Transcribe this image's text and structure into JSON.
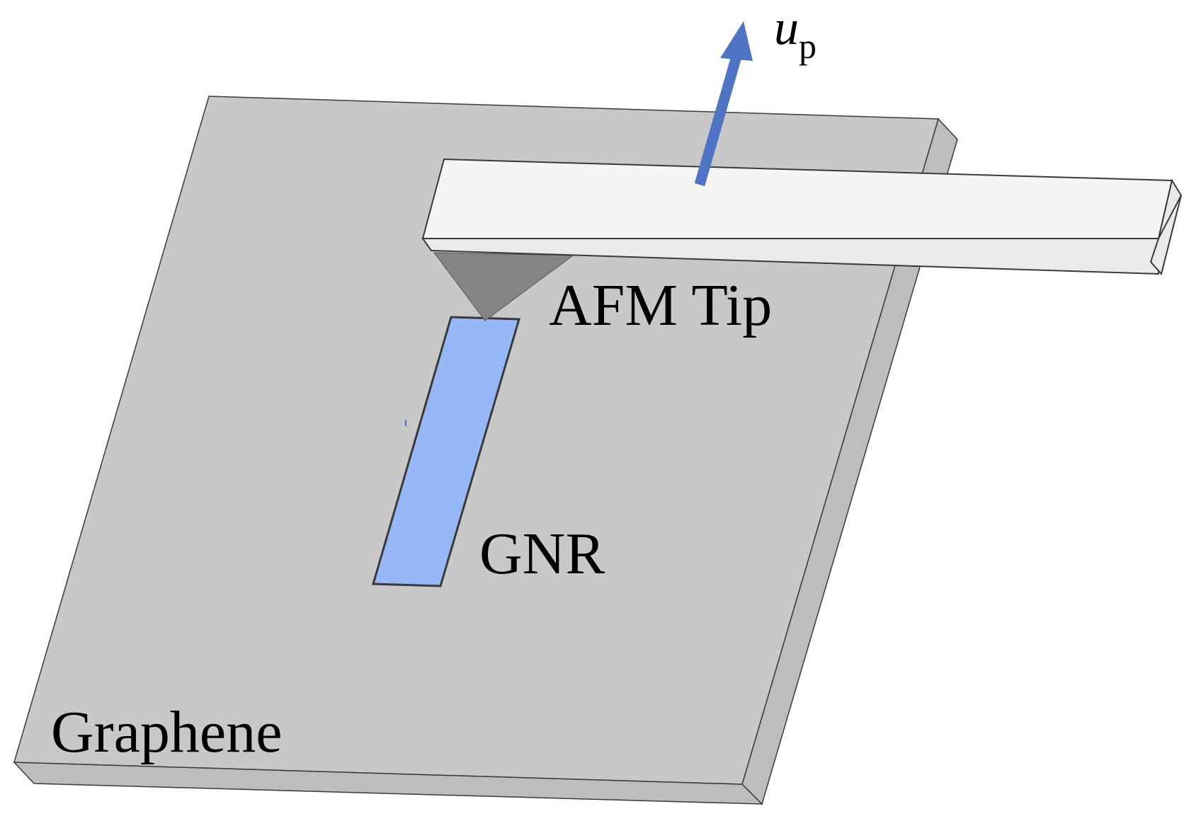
{
  "labels": {
    "afm_tip": "AFM Tip",
    "gnr": "GNR",
    "graphene": "Graphene",
    "velocity_symbol": "u",
    "velocity_subscript": "p"
  },
  "colors": {
    "background": "#ffffff",
    "graphene_top": "#c8c8c8",
    "graphene_side": "#bdbdbd",
    "gnr_fill": "#97b8f7",
    "cantilever_top": "#f6f5f3",
    "cantilever_side": "#ebeae8",
    "tip_fill": "#858585",
    "arrow": "#4f74c5",
    "outline": "#3a3a3a"
  }
}
